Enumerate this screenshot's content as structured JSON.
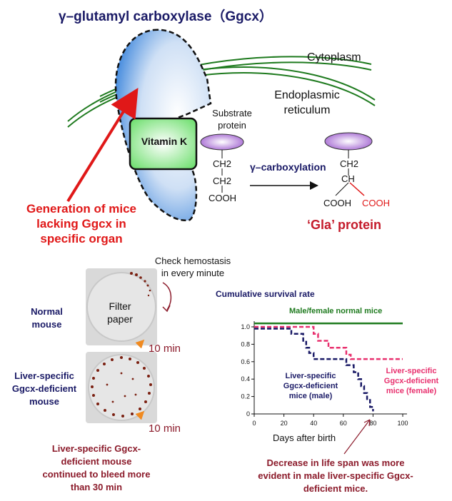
{
  "title": "γ–glutamyl carboxylase（Ggcx）",
  "cytoplasm": "Cytoplasm",
  "er": [
    "Endoplasmic",
    "reticulum"
  ],
  "vitamin_k": "Vitamin K",
  "substrate": [
    "Substrate",
    "protein"
  ],
  "chain_left": [
    "CH2",
    "CH2",
    "COOH"
  ],
  "chain_right": [
    "CH2",
    "CH",
    "COOH",
    "COOH"
  ],
  "arrow_label": "γ–carboxylation",
  "gla": "‘Gla’ protein",
  "generation": [
    "Generation of mice",
    "lacking Ggcx in",
    "specific organ"
  ],
  "hemostasis": [
    "Check hemostasis",
    "in every minute"
  ],
  "filter_paper": [
    "Filter",
    "paper"
  ],
  "normal_mouse": [
    "Normal",
    "mouse"
  ],
  "liver_mouse": [
    "Liver-specific",
    "Ggcx-deficient",
    "mouse"
  ],
  "ten_min": "10 min",
  "bleed_note": [
    "Liver-specific Ggcx-",
    "deficient mouse",
    "continued to bleed more",
    "than 30 min"
  ],
  "survival_title": "Cumulative survival rate",
  "normal_mice_line": "Male/female normal mice",
  "male_label": [
    "Liver-specific",
    "Ggcx-deficient",
    "mice (male)"
  ],
  "female_label": [
    "Liver-specific",
    "Ggcx-deficient",
    "mice (female)"
  ],
  "decrease_note": [
    "Decrease in life span was more",
    "evident in male liver-specific Ggcx-",
    "deficient mice."
  ],
  "colors": {
    "navy": "#1a1a66",
    "red": "#e01818",
    "magenta": "#e8306e",
    "green": "#1e7a1e",
    "maroon": "#8b1a2a"
  },
  "chart_data": {
    "type": "line",
    "xlabel": "Days after birth",
    "ylabel": "",
    "xlim": [
      0,
      100
    ],
    "ylim": [
      0,
      1.0
    ],
    "x_ticks": [
      "0",
      "20",
      "40",
      "60",
      "80",
      "100"
    ],
    "y_ticks": [
      "0",
      "0.2",
      "0.4",
      "0.6",
      "0.8",
      "1.0"
    ],
    "series": [
      {
        "name": "Male/female normal mice",
        "color": "#1e7a1e",
        "dashed": false,
        "points": [
          [
            0,
            1.04
          ],
          [
            100,
            1.04
          ]
        ]
      },
      {
        "name": "Liver-specific Ggcx-deficient mice (female)",
        "color": "#e8306e",
        "dashed": true,
        "points": [
          [
            0,
            1.0
          ],
          [
            40,
            1.0
          ],
          [
            40,
            0.92
          ],
          [
            43,
            0.92
          ],
          [
            43,
            0.84
          ],
          [
            50,
            0.84
          ],
          [
            50,
            0.76
          ],
          [
            62,
            0.76
          ],
          [
            62,
            0.68
          ],
          [
            65,
            0.68
          ],
          [
            65,
            0.63
          ],
          [
            100,
            0.63
          ]
        ]
      },
      {
        "name": "Liver-specific Ggcx-deficient mice (male)",
        "color": "#1a1a66",
        "dashed": true,
        "points": [
          [
            0,
            0.98
          ],
          [
            25,
            0.98
          ],
          [
            25,
            0.92
          ],
          [
            33,
            0.92
          ],
          [
            33,
            0.84
          ],
          [
            35,
            0.84
          ],
          [
            35,
            0.76
          ],
          [
            37,
            0.76
          ],
          [
            37,
            0.7
          ],
          [
            40,
            0.7
          ],
          [
            40,
            0.63
          ],
          [
            62,
            0.63
          ],
          [
            62,
            0.56
          ],
          [
            67,
            0.56
          ],
          [
            67,
            0.48
          ],
          [
            70,
            0.48
          ],
          [
            70,
            0.4
          ],
          [
            72,
            0.4
          ],
          [
            72,
            0.32
          ],
          [
            74,
            0.32
          ],
          [
            74,
            0.24
          ],
          [
            76,
            0.24
          ],
          [
            76,
            0.16
          ],
          [
            78,
            0.16
          ],
          [
            78,
            0.08
          ],
          [
            80,
            0.08
          ],
          [
            80,
            0.03
          ]
        ]
      }
    ]
  }
}
